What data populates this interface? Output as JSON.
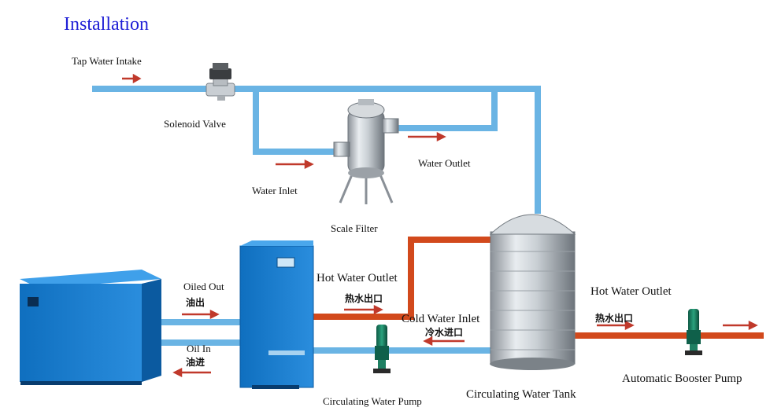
{
  "title": "Installation",
  "labels": {
    "tap_water_intake": "Tap Water Intake",
    "solenoid_valve": "Solenoid Valve",
    "water_inlet": "Water Inlet",
    "water_outlet": "Water Outlet",
    "scale_filter": "Scale Filter",
    "oiled_out": "Oiled Out",
    "oiled_out_cn": "油出",
    "oil_in": "Oil In",
    "oil_in_cn": "油进",
    "hot_water_outlet_left": "Hot Water Outlet",
    "hot_water_outlet_left_cn": "热水出口",
    "cold_water_inlet": "Cold Water Inlet",
    "cold_water_inlet_cn": "冷水进口",
    "hot_water_outlet_right": "Hot Water Outlet",
    "hot_water_outlet_right_cn": "热水出口",
    "circulating_water_pump": "Circulating Water Pump",
    "circulating_water_tank": "Circulating Water Tank",
    "automatic_booster_pump": "Automatic Booster Pump"
  },
  "colors": {
    "title": "#1f1fd6",
    "cold_pipe": "#6ab4e4",
    "hot_pipe": "#d2491c",
    "arrow": "#c0392b",
    "cabinet": "#1c7fd0"
  }
}
